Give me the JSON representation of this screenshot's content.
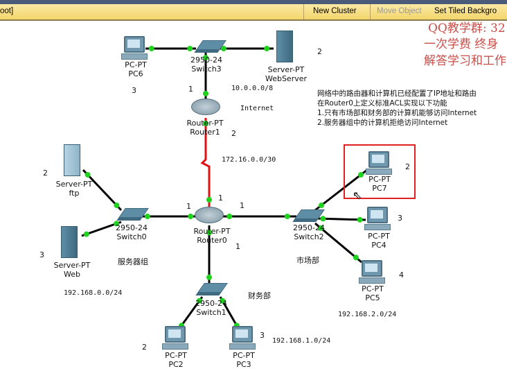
{
  "toolbar": {
    "path": "oot]",
    "new_cluster": "New Cluster",
    "move_object": "Move Object",
    "set_tiled_background": "Set Tiled Backgro"
  },
  "watermark": {
    "line1": "QQ教学群: 32",
    "line2": "一次学费  终身",
    "line3": "解答学习和工作"
  },
  "description": [
    "网络中的路由器和计算机已经配置了IP地址和路由",
    "在Router0上定义标准ACL实现以下功能",
    "1.只有市场部和财务部的计算机能够访问Internet",
    "2.服务器组中的计算机拒绝访问Internet"
  ],
  "devices": {
    "pc6": {
      "model": "PC-PT",
      "name": "PC6"
    },
    "switch3": {
      "model": "2950-24",
      "name": "Switch3"
    },
    "webserver": {
      "model": "Server-PT",
      "name": "WebServer"
    },
    "router1": {
      "model": "Router-PT",
      "name": "Router1"
    },
    "ftp": {
      "model": "Server-PT",
      "name": "ftp"
    },
    "switch0": {
      "model": "2950-24",
      "name": "Switch0"
    },
    "router0": {
      "model": "Router-PT",
      "name": "Router0"
    },
    "switch2": {
      "model": "2950-24",
      "name": "Switch2"
    },
    "pc7": {
      "model": "PC-PT",
      "name": "PC7"
    },
    "pc4": {
      "model": "PC-PT",
      "name": "PC4"
    },
    "pc5": {
      "model": "PC-PT",
      "name": "PC5"
    },
    "web": {
      "model": "Server-PT",
      "name": "Web"
    },
    "switch1": {
      "model": "2950-24",
      "name": "Switch1"
    },
    "pc2": {
      "model": "PC-PT",
      "name": "PC2"
    },
    "pc3": {
      "model": "PC-PT",
      "name": "PC3"
    }
  },
  "notes": {
    "n_pc6": "3",
    "n_r1a": "1",
    "n_r1b": "2",
    "n_websrv": "2",
    "net10": "10.0.0.0/8",
    "internet": "Internet",
    "net172": "172.16.0.0/30",
    "r0_top": "1",
    "r0_left": "1",
    "r0_right": "1",
    "r0_bottom": "1",
    "n_ftp": "2",
    "n_web": "3",
    "n_pc7": "2",
    "n_pc4": "3",
    "n_pc5": "4",
    "n_pc2": "2",
    "n_pc3": "3",
    "grp_server": "服务器组",
    "grp_market": "市场部",
    "grp_finance": "财务部",
    "net0": "192.168.0.0/24",
    "net2": "192.168.2.0/24",
    "net1": "192.168.1.0/24"
  }
}
